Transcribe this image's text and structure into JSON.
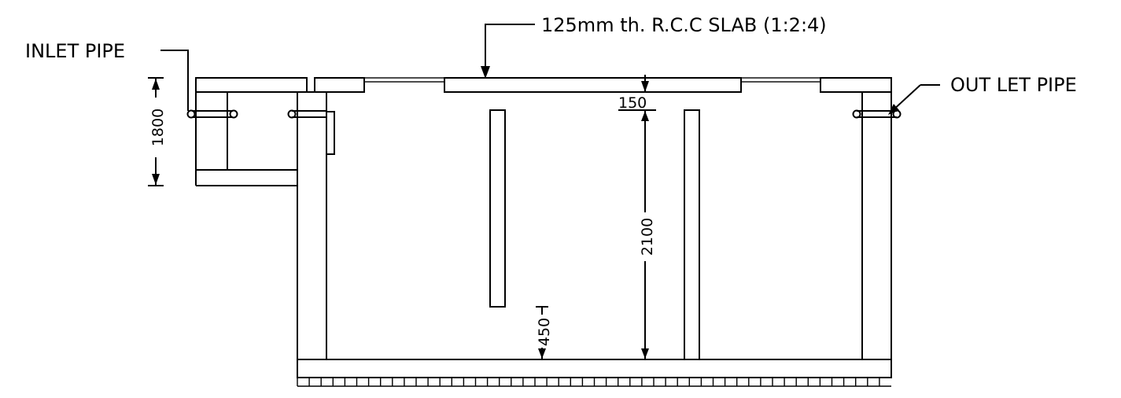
{
  "labels": {
    "slab_note": "125mm th. R.C.C SLAB (1:2:4)",
    "inlet": "INLET PIPE",
    "outlet": "OUT LET PIPE"
  },
  "dimensions": {
    "inlet_height": "1800",
    "slab_gap": "150",
    "depth": "2100",
    "baffle_gap": "450"
  }
}
